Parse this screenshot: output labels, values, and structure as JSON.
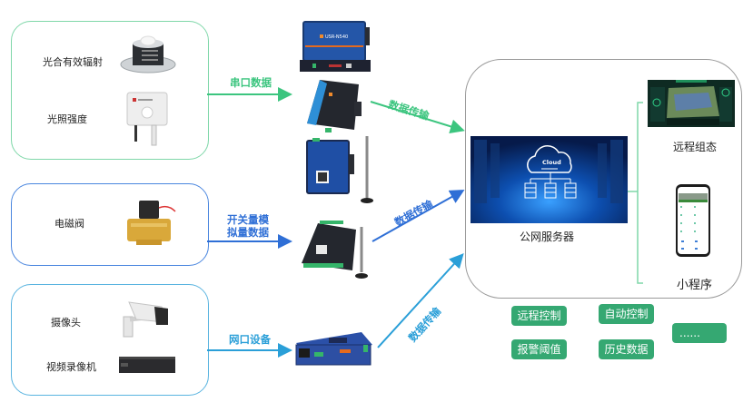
{
  "groups": [
    {
      "id": "serial-sensors",
      "color": "#7fd7a9",
      "devices": [
        {
          "label": "光合有效辐射",
          "icon": "par-sensor-icon"
        },
        {
          "label": "光照强度",
          "icon": "light-intensity-sensor-icon"
        }
      ],
      "edge_label": "串口数据",
      "edge_color": "#3cc57f",
      "gateways": [
        {
          "icon": "serial-server-gateway-icon",
          "brand_text": "USR-N540"
        },
        {
          "icon": "serial-converter-icon"
        }
      ]
    },
    {
      "id": "io-devices",
      "color": "#4a86df",
      "devices": [
        {
          "label": "电磁阀",
          "icon": "solenoid-valve-icon"
        }
      ],
      "edge_label_lines": [
        "开关量模",
        "拟量数据"
      ],
      "edge_color": "#2f6fd6",
      "gateways": [
        {
          "icon": "cellular-dtu-icon"
        },
        {
          "icon": "io-controller-icon"
        }
      ]
    },
    {
      "id": "network-devices",
      "color": "#5ab4e0",
      "devices": [
        {
          "label": "摄像头",
          "icon": "camera-icon"
        },
        {
          "label": "视频录像机",
          "icon": "nvr-icon"
        }
      ],
      "edge_label": "网口设备",
      "edge_color": "#2a9fd8",
      "gateways": [
        {
          "icon": "industrial-router-icon"
        }
      ]
    }
  ],
  "transmissions": [
    {
      "label": "数据传输",
      "color": "#3cc57f"
    },
    {
      "label": "数据传输",
      "color": "#2f6fd6"
    },
    {
      "label": "数据传输",
      "color": "#2a9fd8"
    }
  ],
  "server": {
    "label": "公网服务器",
    "cloud_text": "Cloud",
    "outputs": [
      {
        "label": "远程组态",
        "icon": "scada-dashboard-icon"
      },
      {
        "label": "小程序",
        "icon": "mini-program-phone-icon"
      }
    ],
    "bracket_color": "#7fd7a9"
  },
  "features": [
    {
      "label": "远程控制"
    },
    {
      "label": "自动控制"
    },
    {
      "label": "报警阈值"
    },
    {
      "label": "历史数据"
    },
    {
      "label": "......"
    }
  ],
  "colors": {
    "feature_bg": "#35a872",
    "server_border": "#9a9a9a"
  }
}
